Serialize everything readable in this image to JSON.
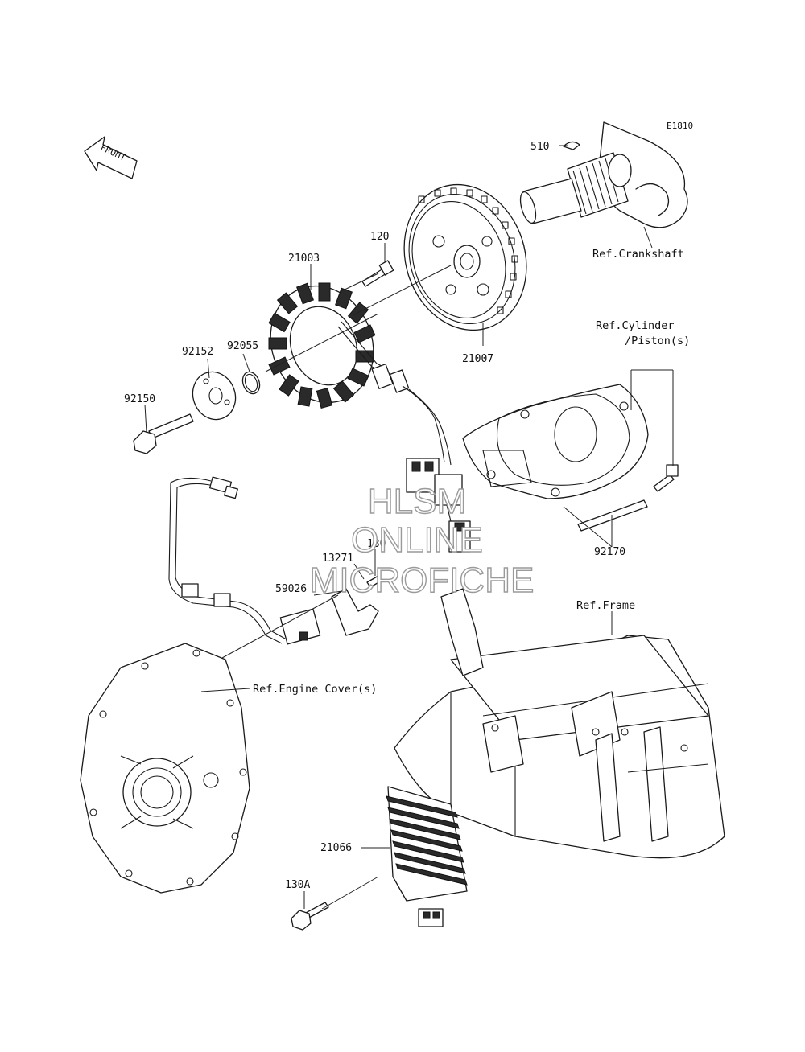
{
  "diagram_code": "E1810",
  "front_arrow_label": "FRONT",
  "callouts": {
    "c510": "510",
    "c120": "120",
    "c21003": "21003",
    "c92055": "92055",
    "c92152": "92152",
    "c92150": "92150",
    "c21007": "21007",
    "c92170": "92170",
    "c130": "130",
    "c13271": "13271",
    "c59026": "59026",
    "c21066": "21066",
    "c130a": "130A"
  },
  "references": {
    "crankshaft": "Ref.Crankshaft",
    "cylinder_line1": "Ref.Cylinder",
    "cylinder_line2": "/Piston(s)",
    "frame": "Ref.Frame",
    "engine_cover": "Ref.Engine Cover(s)"
  },
  "watermark": {
    "line1": "HLSM",
    "line2": "ONLINE",
    "line3": "MICROFICHE"
  }
}
